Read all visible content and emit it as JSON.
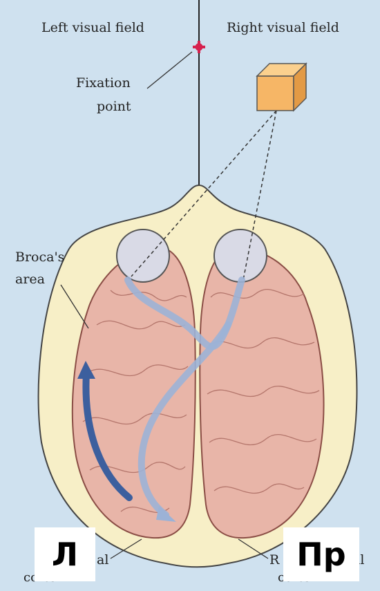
{
  "labels": {
    "left_field": "Left visual field",
    "right_field": "Right visual field",
    "fixation_line1": "Fixation",
    "fixation_line2": "point",
    "broca_line1": "Broca's",
    "broca_line2": "area",
    "left_cortex_tail": "al",
    "left_cortex_line2": "cortex",
    "right_cortex_head": "R",
    "right_cortex_tail": "al",
    "right_cortex_line2": "cortex"
  },
  "overlay": {
    "left_box": "Л",
    "right_box": "Пр"
  },
  "colors": {
    "background": "#cfe1ef",
    "head": "#f7efc7",
    "brain": "#e8b5a8",
    "eye": "#d9dae6",
    "cube_front": "#f6b666",
    "arrow_light": "#9cb2d6",
    "arrow_dark": "#3c5f9e",
    "fixation": "#d6214e"
  }
}
